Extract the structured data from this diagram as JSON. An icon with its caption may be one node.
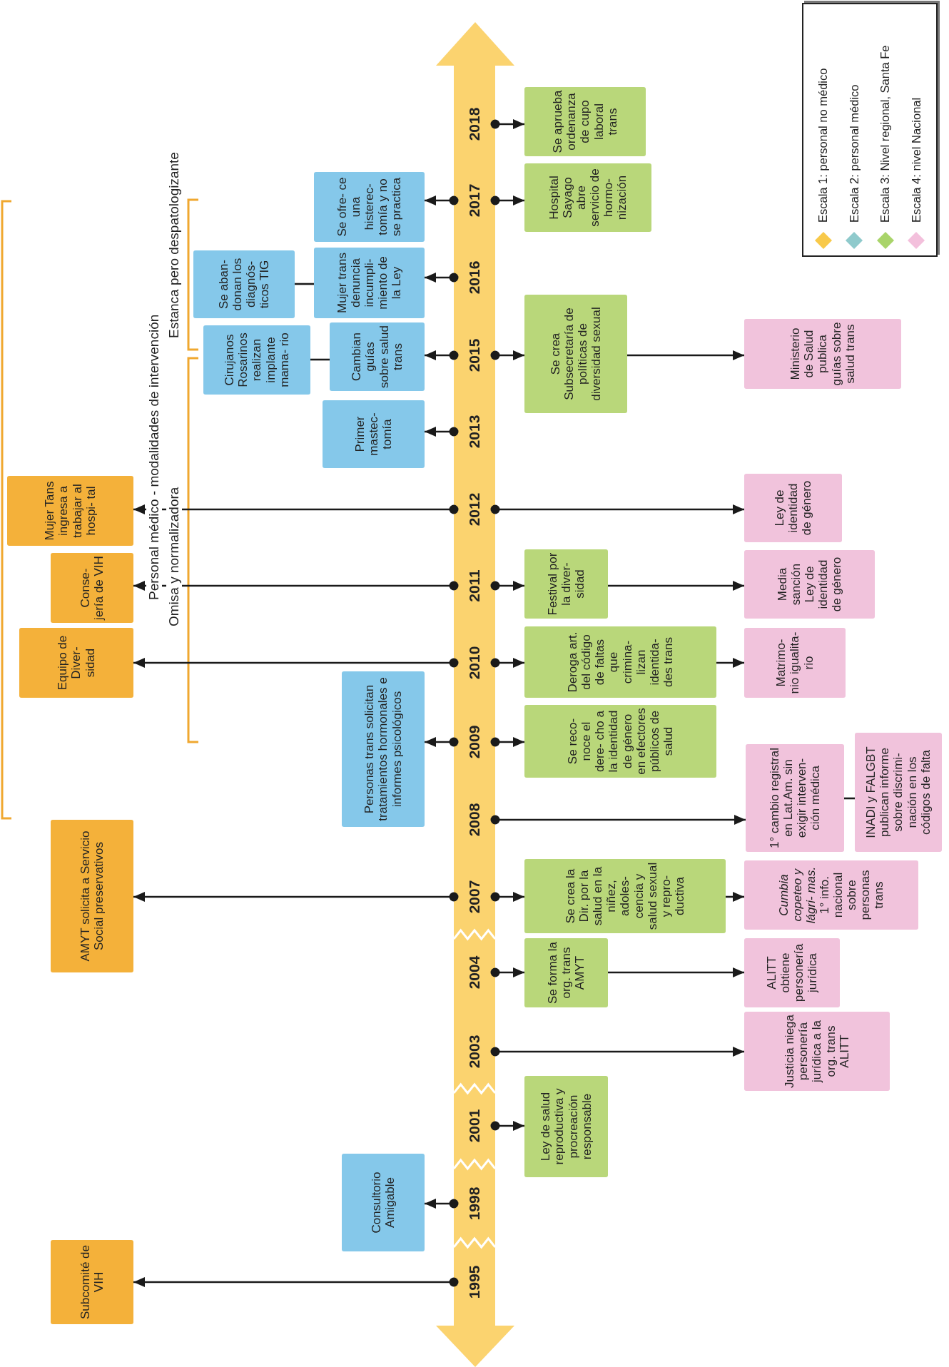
{
  "diagram": {
    "nodes": [
      {
        "text": [
          "1995"
        ]
      },
      {
        "text": [
          "1998"
        ]
      },
      {
        "text": [
          "2001"
        ]
      },
      {
        "text": [
          "2003"
        ]
      },
      {
        "text": [
          "2004"
        ]
      },
      {
        "text": [
          "2007"
        ]
      },
      {
        "text": [
          "2008"
        ]
      },
      {
        "text": [
          "2009"
        ]
      },
      {
        "text": [
          "2010"
        ]
      },
      {
        "text": [
          "2011"
        ]
      },
      {
        "text": [
          "2012"
        ]
      },
      {
        "text": [
          "2013"
        ]
      },
      {
        "text": [
          "2015"
        ]
      },
      {
        "text": [
          "2016"
        ]
      },
      {
        "text": [
          "2017"
        ]
      },
      {
        "text": [
          "2018"
        ]
      },
      {
        "text": [
          "Subcomité de VIH"
        ]
      },
      {
        "text": [
          "Consultorio Amigable"
        ]
      },
      {
        "text": [
          "Ley de salud reproductiva y procreación responsable"
        ]
      },
      {
        "text": [
          "Justicia niega personería jurídica a la org. trans ALITT"
        ]
      },
      {
        "text": [
          "Se forma la org. trans AMYT"
        ]
      },
      {
        "text": [
          "ALITT obtiene personería jurídica"
        ]
      },
      {
        "text": [
          "AMYT solicita a Servicio Social preservativos"
        ]
      },
      {
        "text": [
          "Se crea la Dir. por la salud en la niñez, adoles- cencia y salud sexual y repro- ductiva"
        ]
      },
      {
        "text": [
          "*Cumbia copeteo y lágri- mas.* 1° info. nacional sobre personas trans"
        ]
      },
      {
        "text": [
          "1° cambio registral en Lat.Am. sin exigir interven- ción médica"
        ]
      },
      {
        "text": [
          "INADI y FALGBT publican informe sobre discrimi- nación en los códigos de falta"
        ]
      },
      {
        "text": [
          "Personas trans solicitan tratamientos hormonales e informes psicológicos"
        ]
      },
      {
        "text": [
          "Se reco- noce el dere- cho a la identidad de género en efectores públicos de salud"
        ]
      },
      {
        "text": [
          "Equipo de Diver- sidad"
        ]
      },
      {
        "text": [
          "Deroga art. del código de faltas que crimina- lizan identida- des trans"
        ]
      },
      {
        "text": [
          "Matrimo- nio igualita- rio"
        ]
      },
      {
        "text": [
          "Conse- jería de VIH"
        ]
      },
      {
        "text": [
          "Festival por la diver- sidad"
        ]
      },
      {
        "text": [
          "Media sanción Ley de identidad de género"
        ]
      },
      {
        "text": [
          "Mujer Tans ingresa a trabajar al hospi- tal"
        ]
      },
      {
        "text": [
          "Ley de identidad de género"
        ]
      },
      {
        "text": [
          "Primer mastec- tomía"
        ]
      },
      {
        "text": [
          "Cirujanos Rosarinos realizan implante mama- rio"
        ]
      },
      {
        "text": [
          "Cambian guías sobre salud trans"
        ]
      },
      {
        "text": [
          "Se crea Subsecretaría de políticas de diversidad sexual"
        ]
      },
      {
        "text": [
          "Ministerio de Salud publica guías sobre salud trans"
        ]
      },
      {
        "text": [
          "Se aban- donan los diagnós- ticos TIG"
        ]
      },
      {
        "text": [
          "Mujer trans denuncia incumpli- miento de la Ley"
        ]
      },
      {
        "text": [
          "Se ofre- ce una histerec- tomía y no se practica"
        ]
      },
      {
        "text": [
          "Hospital Sayago abre servicio de hormo- nización"
        ]
      },
      {
        "text": [
          "Se aprueba ordenanza de cupo laboral trans"
        ]
      }
    ],
    "edges": [
      {
        "from": 0,
        "to": 16,
        "arrow": "to"
      },
      {
        "from": 1,
        "to": 17,
        "arrow": "to"
      },
      {
        "from": 2,
        "to": 18,
        "arrow": "to"
      },
      {
        "from": 3,
        "to": 19,
        "arrow": "to"
      },
      {
        "from": 4,
        "to": 20,
        "arrow": "to"
      },
      {
        "from": 20,
        "to": 21,
        "arrow": "to"
      },
      {
        "from": 5,
        "to": 22,
        "arrow": "to"
      },
      {
        "from": 5,
        "to": 23,
        "arrow": "to"
      },
      {
        "from": 23,
        "to": 24,
        "arrow": "to"
      },
      {
        "from": 6,
        "to": 25,
        "arrow": "to"
      },
      {
        "from": 25,
        "to": 26,
        "arrow": "none"
      },
      {
        "from": 7,
        "to": 27,
        "arrow": "to"
      },
      {
        "from": 7,
        "to": 28,
        "arrow": "to"
      },
      {
        "from": 8,
        "to": 29,
        "arrow": "to"
      },
      {
        "from": 8,
        "to": 30,
        "arrow": "to"
      },
      {
        "from": 30,
        "to": 31,
        "arrow": "to"
      },
      {
        "from": 9,
        "to": 32,
        "arrow": "to"
      },
      {
        "from": 9,
        "to": 33,
        "arrow": "to"
      },
      {
        "from": 33,
        "to": 34,
        "arrow": "to"
      },
      {
        "from": 10,
        "to": 35,
        "arrow": "to"
      },
      {
        "from": 10,
        "to": 36,
        "arrow": "to"
      },
      {
        "from": 11,
        "to": 37,
        "arrow": "to"
      },
      {
        "from": 12,
        "to": 39,
        "arrow": "to"
      },
      {
        "from": 39,
        "to": 38,
        "arrow": "none"
      },
      {
        "from": 12,
        "to": 40,
        "arrow": "to"
      },
      {
        "from": 40,
        "to": 41,
        "arrow": "to"
      },
      {
        "from": 13,
        "to": 43,
        "arrow": "to"
      },
      {
        "from": 43,
        "to": 42,
        "arrow": "none"
      },
      {
        "from": 14,
        "to": 44,
        "arrow": "to"
      },
      {
        "from": 14,
        "to": 45,
        "arrow": "to"
      },
      {
        "from": 15,
        "to": 46,
        "arrow": "to"
      }
    ],
    "labels": [
      "Personal médico - modalidades de intervención",
      "Omisa y normalizadora",
      "Estanca pero despatologizante"
    ],
    "legend": [
      {
        "text": "Escala 1: personal no médico",
        "color": "#f8c94a"
      },
      {
        "text": "Escala 2: personal médico",
        "color": "#8fcacc"
      },
      {
        "text": "Escala 3: Nivel regional, Santa Fe",
        "color": "#a9d46a"
      },
      {
        "text": "Escala 4: nivel Nacional",
        "color": "#f3c0dc"
      }
    ]
  }
}
